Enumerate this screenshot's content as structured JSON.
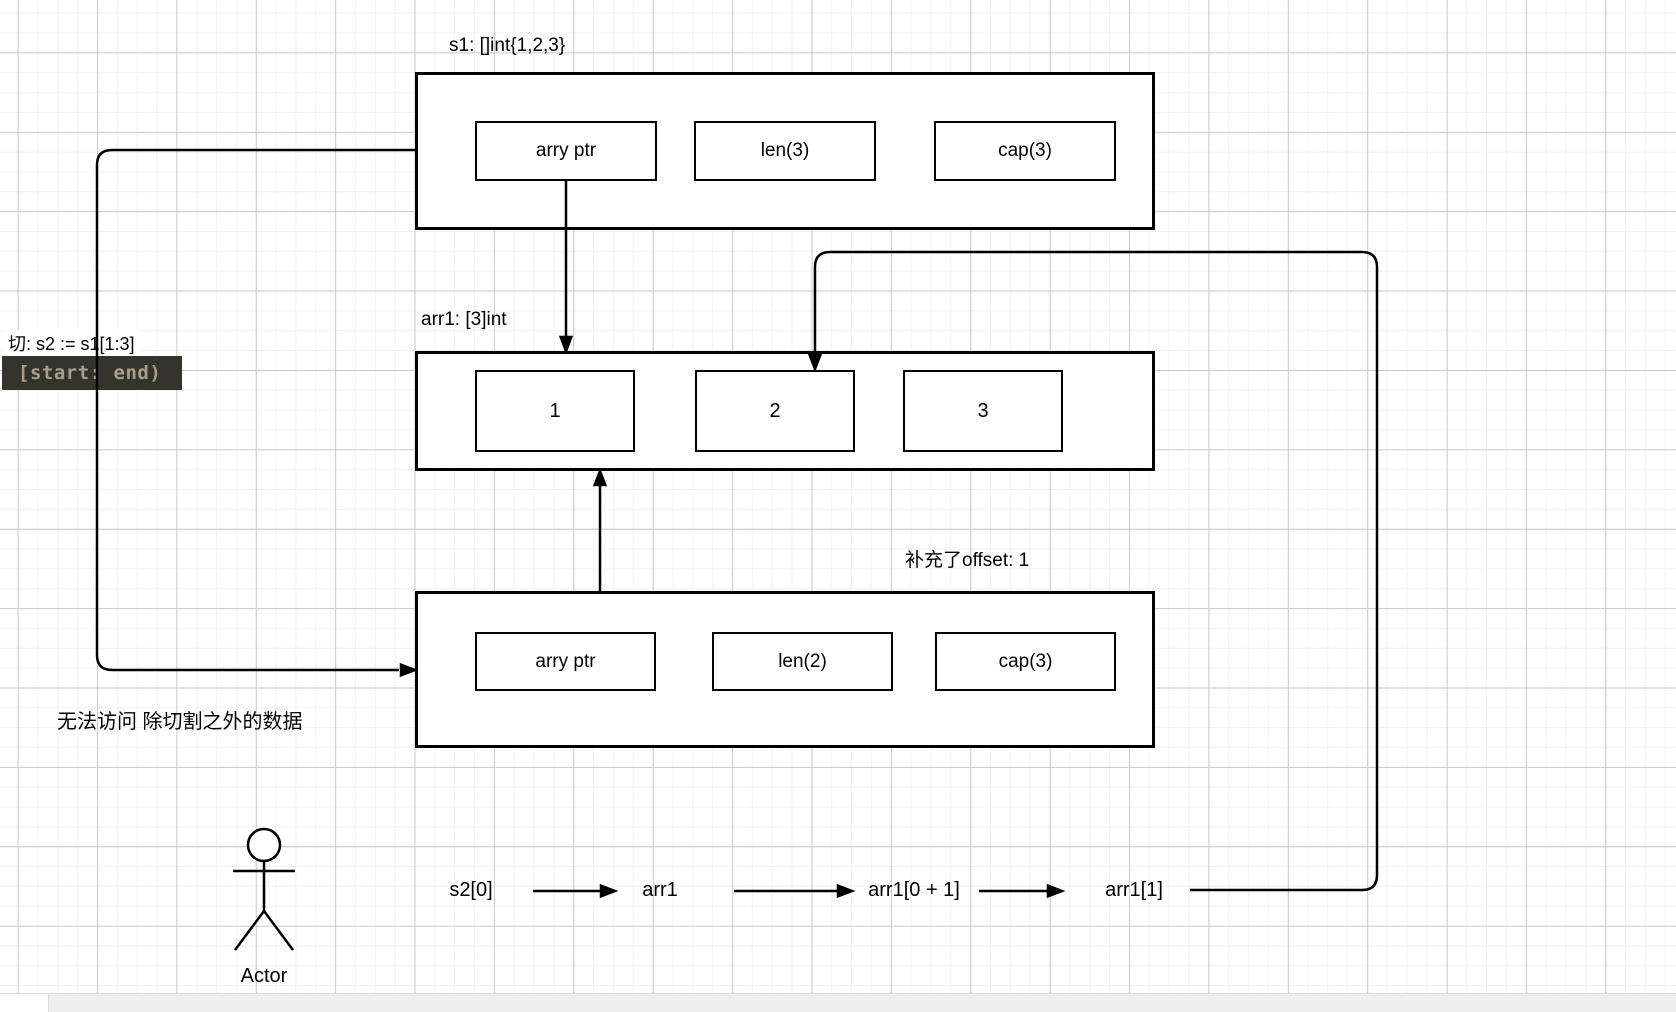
{
  "diagram": {
    "s1_box": {
      "label": "s1: []int{1,2,3}",
      "cells": [
        {
          "label": "arry ptr"
        },
        {
          "label": "len(3)"
        },
        {
          "label": "cap(3)"
        }
      ]
    },
    "arr1_box": {
      "label": "arr1: [3]int",
      "cells": [
        "1",
        "2",
        "3"
      ]
    },
    "s2_box": {
      "label": "补充了offset: 1",
      "cells": [
        {
          "label": "arry ptr"
        },
        {
          "label": "len(2)"
        },
        {
          "label": "cap(3)"
        }
      ]
    },
    "slice_note": {
      "text": "切:  s2 := s1[1:3]",
      "code": "[start: end)"
    },
    "no_access_note": "无法访问 除切割之外的数据",
    "actor": {
      "label": "Actor"
    },
    "flow": {
      "items": [
        "s2[0]",
        "arr1",
        "arr1[0 + 1]",
        "arr1[1]"
      ]
    }
  },
  "colors": {
    "stroke": "#000000",
    "canvas_bg": "#ffffff",
    "grid_minor": "#f2f2f2",
    "grid_major": "#c9c9c9",
    "code_bg": "#34342c",
    "code_text": "#a79f8c",
    "scrollbar_track": "#efefef"
  }
}
